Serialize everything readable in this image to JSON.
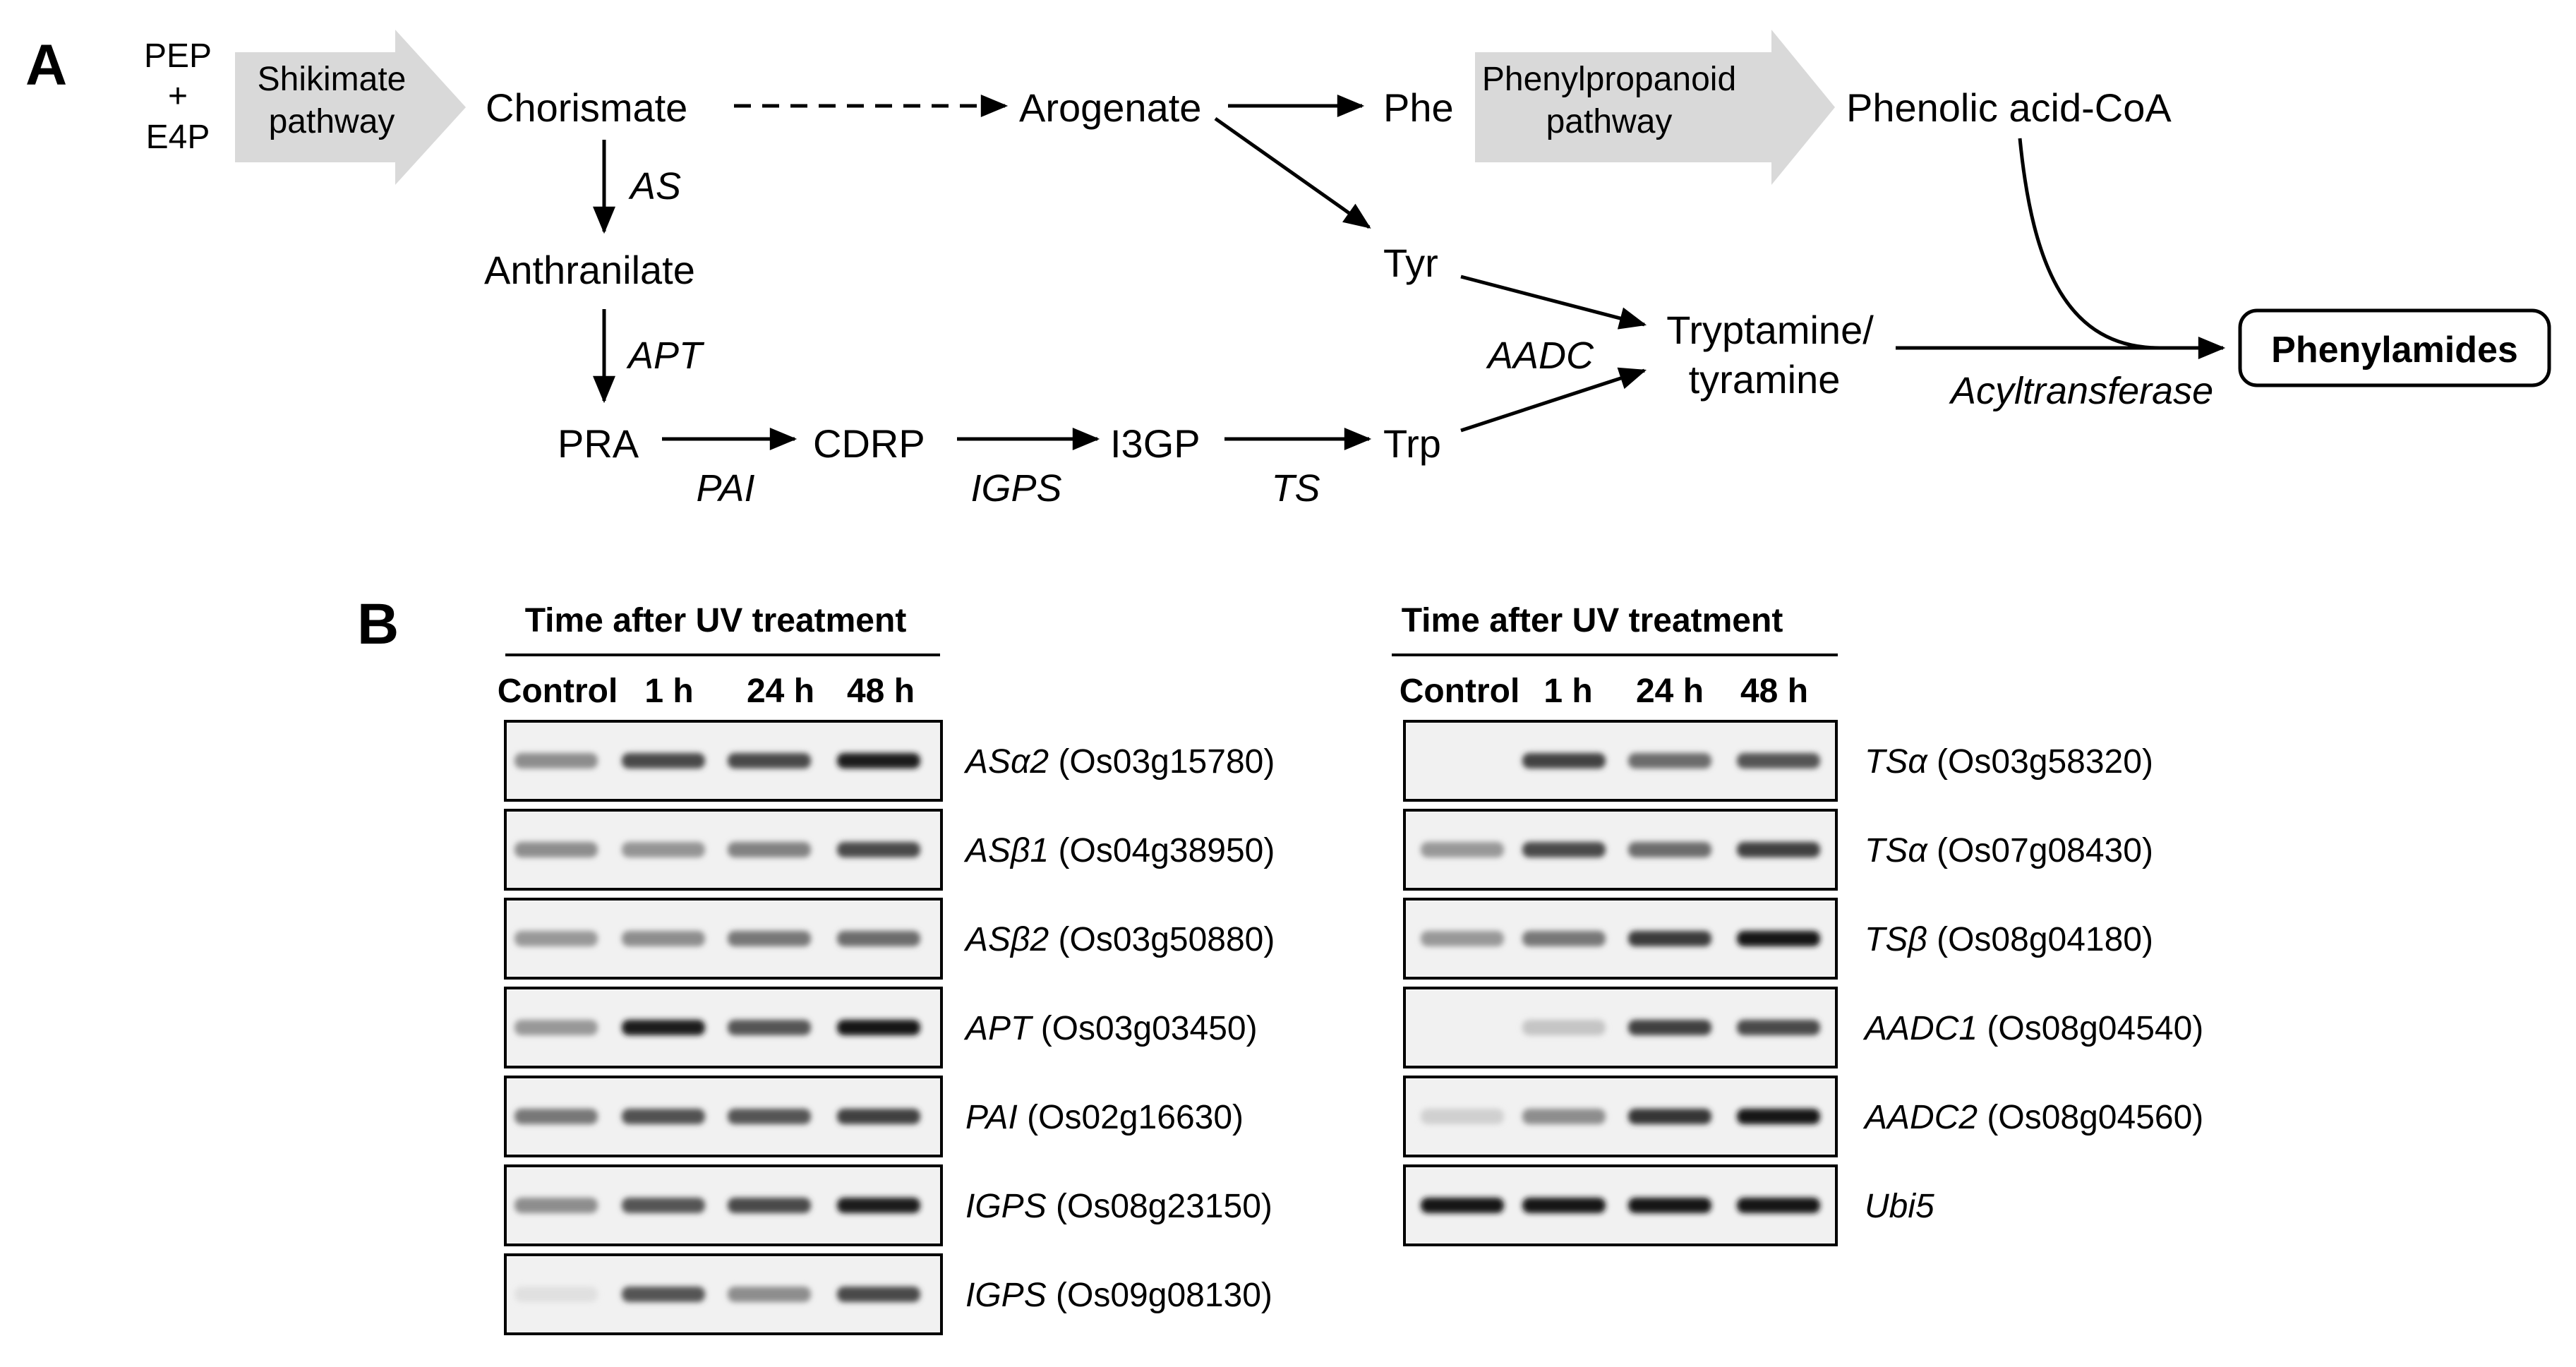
{
  "panel_a": {
    "letter": "A",
    "pep": "PEP",
    "plus": "+",
    "e4p": "E4P",
    "shikimate": [
      "Shikimate",
      "pathway"
    ],
    "chorismate": "Chorismate",
    "arogenate": "Arogenate",
    "phe": "Phe",
    "phenylpropanoid": [
      "Phenylpropanoid",
      "pathway"
    ],
    "phenolic": "Phenolic acid-CoA",
    "as": "AS",
    "anthranilate": "Anthranilate",
    "apt": "APT",
    "pra": "PRA",
    "pai": "PAI",
    "cdrp": "CDRP",
    "igps": "IGPS",
    "i3gp": "I3GP",
    "ts": "TS",
    "trp": "Trp",
    "tyr": "Tyr",
    "aadc": "AADC",
    "tryptamine": [
      "Tryptamine/",
      "tyramine"
    ],
    "acyltransferase": "Acyltransferase",
    "phenylamides": "Phenylamides"
  },
  "panel_b": {
    "letter": "B",
    "left": {
      "header": "Time after UV treatment",
      "columns": [
        "Control",
        "1 h",
        "24 h",
        "48 h"
      ],
      "blots": [
        {
          "gene": "ASα2",
          "id": "(Os03g15780)",
          "intensity": [
            0.45,
            0.75,
            0.75,
            0.95
          ]
        },
        {
          "gene": "ASβ1",
          "id": "(Os04g38950)",
          "intensity": [
            0.45,
            0.42,
            0.5,
            0.75
          ]
        },
        {
          "gene": "ASβ2",
          "id": "(Os03g50880)",
          "intensity": [
            0.4,
            0.45,
            0.55,
            0.6
          ]
        },
        {
          "gene": "APT",
          "id": "(Os03g03450)",
          "intensity": [
            0.4,
            0.95,
            0.7,
            0.97
          ]
        },
        {
          "gene": "PAI",
          "id": "(Os02g16630)",
          "intensity": [
            0.55,
            0.72,
            0.7,
            0.8
          ]
        },
        {
          "gene": "IGPS",
          "id": "(Os08g23150)",
          "intensity": [
            0.45,
            0.7,
            0.75,
            0.95
          ]
        },
        {
          "gene": "IGPS",
          "id": "(Os09g08130)",
          "intensity": [
            0.08,
            0.7,
            0.45,
            0.75
          ]
        }
      ]
    },
    "right": {
      "header": "Time after UV treatment",
      "columns": [
        "Control",
        "1 h",
        "24 h",
        "48 h"
      ],
      "blots": [
        {
          "gene": "TSα",
          "id": "(Os03g58320)",
          "intensity": [
            0.0,
            0.78,
            0.6,
            0.7
          ]
        },
        {
          "gene": "TSα",
          "id": "(Os07g08430)",
          "intensity": [
            0.4,
            0.75,
            0.6,
            0.8
          ]
        },
        {
          "gene": "TSβ",
          "id": "(Os08g04180)",
          "intensity": [
            0.4,
            0.55,
            0.82,
            1.0
          ]
        },
        {
          "gene": "AADC1",
          "id": "(Os08g04540)",
          "intensity": [
            0.0,
            0.2,
            0.8,
            0.75
          ]
        },
        {
          "gene": "AADC2",
          "id": "(Os08g04560)",
          "intensity": [
            0.15,
            0.45,
            0.85,
            1.0
          ]
        },
        {
          "gene": "Ubi5",
          "id": "",
          "intensity": [
            1.0,
            1.0,
            1.0,
            1.0
          ]
        }
      ]
    }
  }
}
